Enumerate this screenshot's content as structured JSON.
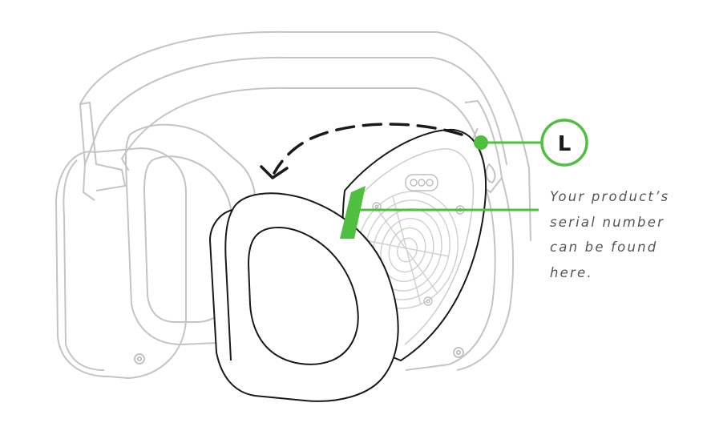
{
  "side_label": "L",
  "callout_lines": [
    "Your product’s",
    "serial number",
    "can be found",
    "here."
  ],
  "colors": {
    "accent": "#4fbf3f",
    "outline_light": "#c2c2c2",
    "outline_dark": "#1a1a1a",
    "text": "#555555"
  }
}
